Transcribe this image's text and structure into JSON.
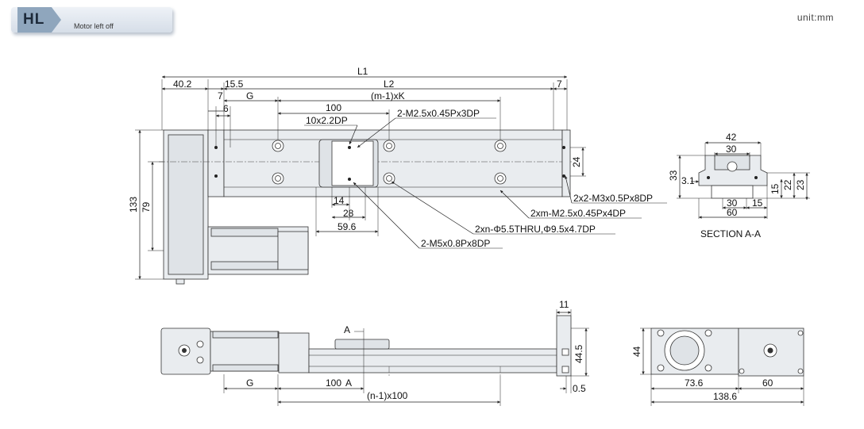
{
  "header": {
    "code": "HL",
    "description": "Motor left off",
    "unit": "unit:mm"
  },
  "top_view": {
    "dims": {
      "L1": "L1",
      "d40_2": "40.2",
      "d15_5": "15.5",
      "L2": "L2",
      "d7_right": "7",
      "d7_left": "7",
      "G": "G",
      "mK": "(m-1)xK",
      "d6": "6",
      "d100": "100",
      "tap10": "10x2.2DP",
      "tapM25": "2-M2.5x0.45Px3DP",
      "d24": "24",
      "d133": "133",
      "d79": "79",
      "d14": "14",
      "d28": "28",
      "d59_6": "59.6"
    },
    "callouts": {
      "m3": "2x2-M3x0.5Px8DP",
      "xm": "2xm-M2.5x0.45Px4DP",
      "xn": "2xn-Φ5.5THRU,Φ9.5x4.7DP",
      "m5": "2-M5x0.8Px8DP"
    }
  },
  "section": {
    "title": "SECTION A-A",
    "dims": {
      "d42": "42",
      "d30_top": "30",
      "d33": "33",
      "d3_1": "3.1",
      "d15_right": "15",
      "d22": "22",
      "d23": "23",
      "d30_bottom": "30",
      "d15_bottom": "15",
      "d60": "60"
    }
  },
  "side_view": {
    "dims": {
      "d11": "11",
      "A_label": "A",
      "d44_5": "44.5",
      "d0_5": "0.5",
      "G": "G",
      "d100A": "100",
      "A_bottom": "A",
      "n100": "(n-1)x100"
    }
  },
  "end_view": {
    "dims": {
      "d44": "44",
      "d73_6": "73.6",
      "d60": "60",
      "d138_6": "138.6"
    }
  }
}
